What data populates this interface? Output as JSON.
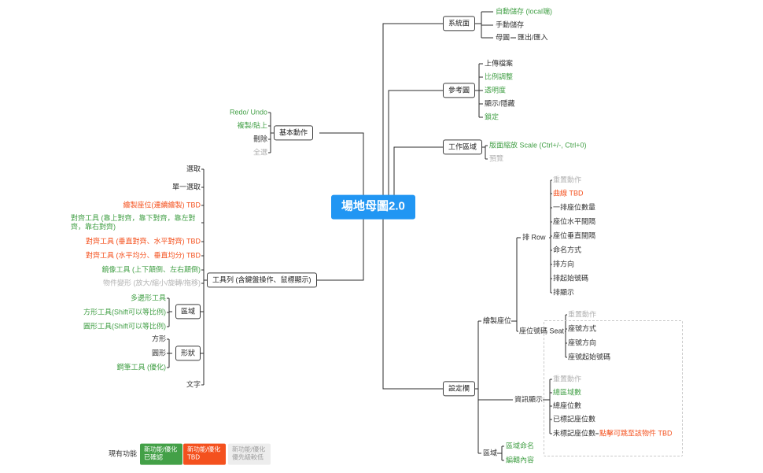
{
  "colors": {
    "root_bg": "#2196f3",
    "confirmed_green": "#43a047",
    "tbd_orange": "#f4511e",
    "low_priority_gray": "#b3b3b3",
    "line": "#2b2b2b"
  },
  "root": {
    "label": "場地母圖2.0"
  },
  "system": {
    "label": "系統面",
    "items": [
      "自動儲存 (local端)",
      "手動儲存",
      "母圖",
      "匯出/匯入"
    ]
  },
  "reference": {
    "label": "參考圖",
    "items": [
      "上傳檔案",
      "比例調整",
      "透明度",
      "顯示/隱藏",
      "鎖定"
    ]
  },
  "workspace": {
    "label": "工作區域",
    "items": [
      "版面縮放 Scale (Ctrl+/-, Ctrl+0)",
      "預覽"
    ]
  },
  "basic": {
    "label": "基本動作",
    "items": [
      "Redo/ Undo",
      "複製/貼上",
      "刪除",
      "全選"
    ]
  },
  "toolbar": {
    "label": "工具列 (含鍵盤操作、鼠標顯示)",
    "items": [
      "選取",
      "單一選取",
      "繪製座位(連續繪製) TBD",
      "對齊工具 (靠上對齊，靠下對齊，靠左對齊，靠右對齊)",
      "對齊工具 (垂直對齊、水平對齊) TBD",
      "對齊工具 (水平均分、垂直均分) TBD",
      "鏡像工具 (上下顛倒、左右顛倒)",
      "物件變形 (放大/縮小/旋轉/拖移)",
      "文字"
    ],
    "area": {
      "label": "區域",
      "items": [
        "多邊形工具",
        "方形工具(Shift可以等比例)",
        "圓形工具(Shift可以等比例)"
      ]
    },
    "shape": {
      "label": "形狀",
      "items": [
        "方形",
        "圓形",
        "鋼筆工具 (優化)"
      ]
    }
  },
  "settings": {
    "label": "設定欄",
    "draw_seat": {
      "label": "繪製座位",
      "row": {
        "label": "排 Row",
        "items": [
          "重置動作",
          "曲線 TBD",
          "一排座位數量",
          "座位水平間隔",
          "座位垂直間隔",
          "命名方式",
          "排方向",
          "排起始號碼",
          "排顯示"
        ]
      },
      "seat": {
        "label": "座位號碼 Seat",
        "items": [
          "重置動作",
          "座號方式",
          "座號方向",
          "座號起始號碼"
        ]
      }
    },
    "info": {
      "label": "資訊顯示",
      "items": [
        "重置動作",
        "總區域數",
        "總座位數",
        "已標記座位數",
        "未標記座位數"
      ],
      "jump_note": "點擊可跳至該物件 TBD"
    },
    "area": {
      "label": "區域",
      "items": [
        "區域命名",
        "編輯內容"
      ]
    }
  },
  "legend": {
    "existing": "現有功能",
    "confirmed": "新功能/優化已確認",
    "tbd": "新功能/優化TBD",
    "low_priority": "新功能/優化優先級較低"
  }
}
